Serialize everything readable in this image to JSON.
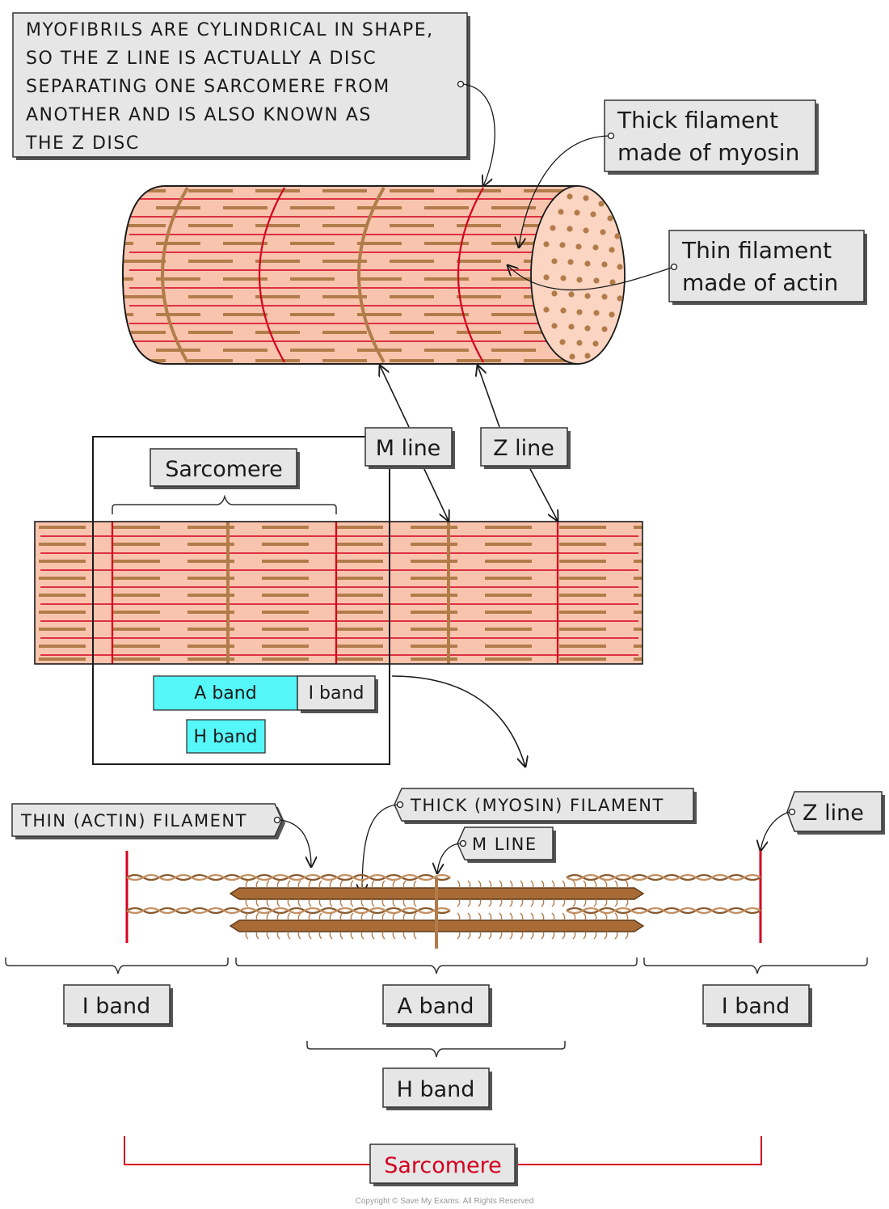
{
  "note_box": {
    "lines": [
      "MYOFIBRILS ARE CYLINDRICAL IN SHAPE,",
      "SO THE Z LINE IS ACTUALLY A DISC",
      "SEPARATING ONE SARCOMERE FROM",
      "ANOTHER AND IS ALSO KNOWN AS",
      "THE Z DISC"
    ]
  },
  "cylinder_labels": {
    "thick_line1": "Thick filament",
    "thick_line2": "made of myosin",
    "thin_line1": "Thin filament",
    "thin_line2": "made of actin"
  },
  "middle_labels": {
    "m_line": "M line",
    "z_line": "Z line",
    "sarcomere": "Sarcomere",
    "a_band": "A band",
    "i_band": "I band",
    "h_band": "H band"
  },
  "bottom_labels": {
    "thin_filament": "THIN (ACTIN) FILAMENT",
    "thick_filament": "THICK (MYOSIN) FILAMENT",
    "m_line": "M LINE",
    "z_line": "Z line",
    "i_band_left": "I band",
    "a_band": "A band",
    "i_band_right": "I band",
    "h_band": "H band",
    "sarcomere": "Sarcomere"
  },
  "copyright": "Copyright © Save My Exams. All Rights Reserved",
  "colors": {
    "muscle_fill": "#f9c4ae",
    "z_line_red": "#d4001e",
    "myosin_brown": "#b27c4a",
    "band_cyan": "#55f7f9",
    "label_grey": "#e6e6e6"
  }
}
